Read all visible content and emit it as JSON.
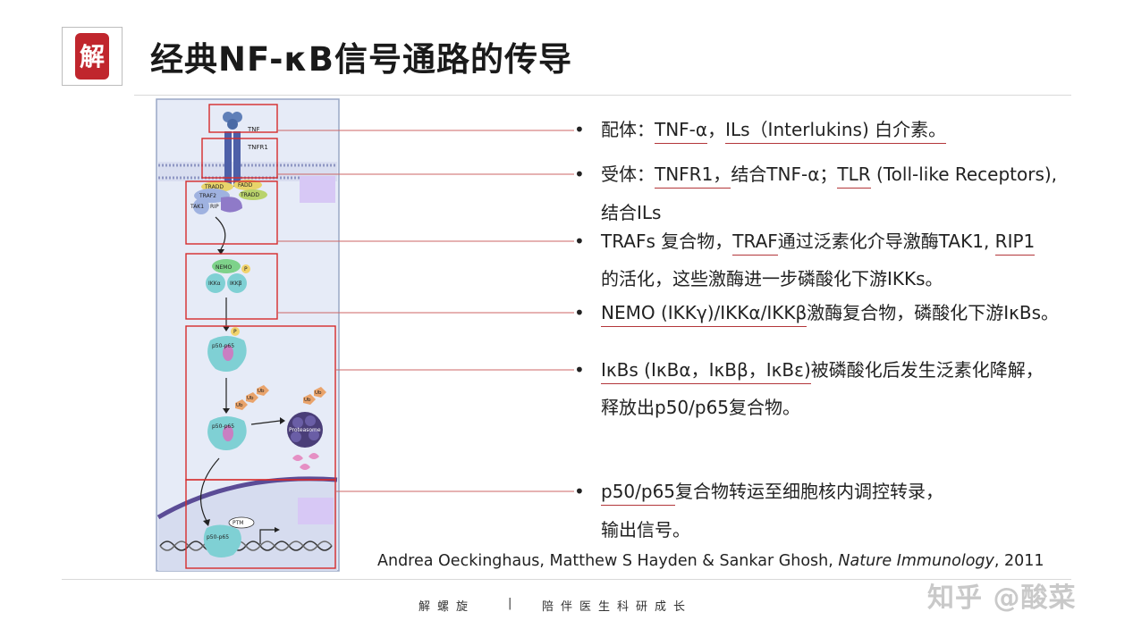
{
  "title": "经典NF-κB信号通路的传导",
  "logo_glyph": "解",
  "figure": {
    "labels": {
      "tnf": "TNF",
      "tnfr1": "TNFR1",
      "tradd_left": "TRADD",
      "fadd": "FADD",
      "traf2": "TRAF2",
      "tradd_right": "TRADD",
      "tak1": "TAK1",
      "rip": "RIP",
      "nemo": "NEMO",
      "p": "P",
      "ikka": "IKKα",
      "ikkb": "IKKβ",
      "p50p65": "p50-p65",
      "ub": "Ub",
      "proteasome": "Proteasome",
      "ptm": "PTM"
    }
  },
  "annotations": [
    {
      "bullet": "•",
      "line1": {
        "prefix": "配体：",
        "u1": "TNF-α",
        "mid": "，",
        "u2": "ILs（Interlukins) 白介素。",
        "rest": ""
      }
    },
    {
      "bullet": "•",
      "line1": {
        "prefix": "受体：",
        "u1": "TNFR1，",
        "mid": "结合TNF-α；",
        "u2": "TLR",
        "rest": " (Toll-like Receptors),"
      },
      "line2": "结合ILs"
    },
    {
      "bullet": "•",
      "line1": {
        "prefix": "TRAFs 复合物，",
        "u1": "TRAF",
        "mid": "通过泛素化介导激酶TAK1, ",
        "u2": "RIP1",
        "rest": ""
      },
      "line2": "的活化，这些激酶进一步磷酸化下游IKKs。"
    },
    {
      "bullet": "•",
      "line1": {
        "prefix": "",
        "u1": "NEMO (IKKγ)/IKKα/IKKβ",
        "mid": "激酶复合物，磷酸化下游IκBs。",
        "u2": "",
        "rest": ""
      }
    },
    {
      "bullet": "•",
      "line1": {
        "prefix": "",
        "u1": "IκBs (IκBα，IκBβ，IκBε)",
        "mid": "被磷酸化后发生泛素化降解，",
        "u2": "",
        "rest": ""
      },
      "line2": "释放出p50/p65复合物。"
    },
    {
      "bullet": "•",
      "line1": {
        "prefix": "",
        "u1": "p50/p65",
        "mid": "复合物转运至细胞核内调控转录，",
        "u2": "",
        "rest": ""
      },
      "line2": "输出信号。"
    }
  ],
  "citation": {
    "authors": "Andrea Oeckinghaus, Matthew S Hayden & Sankar Ghosh, ",
    "journal": "Nature Immunology",
    "year": ", 2011"
  },
  "footer": {
    "left": "解螺旋",
    "sep": "|",
    "right": "陪伴医生科研成长"
  },
  "watermark": "知乎 @酸菜",
  "colors": {
    "accent_red": "#d62b2b",
    "underline": "#b3363a",
    "cell_bg": "#e6ebf7"
  }
}
